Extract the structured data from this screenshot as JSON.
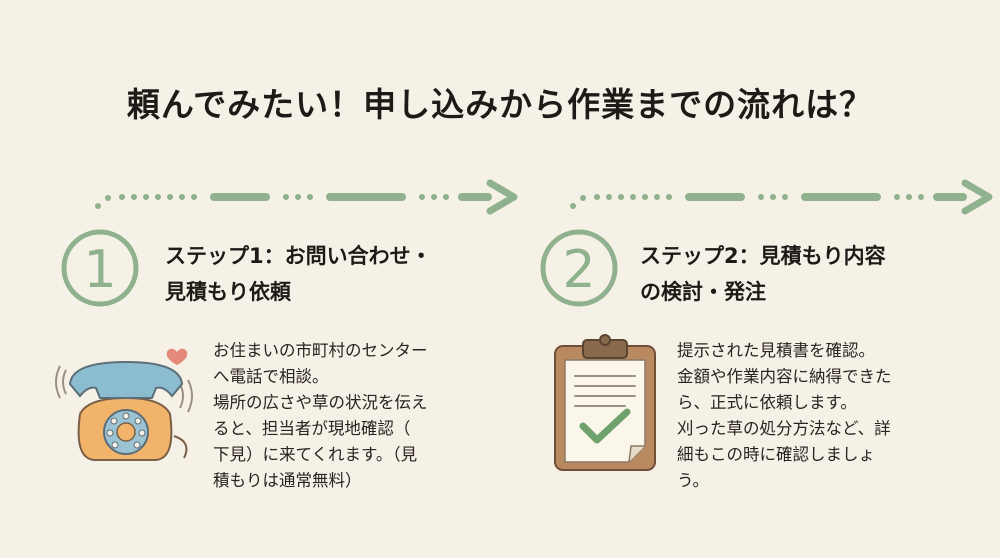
{
  "title": "頼んでみたい！申し込みから作業までの流れは？",
  "steps": [
    {
      "number": "1",
      "title_lines": [
        "ステップ1：お問い合わせ・",
        "見積もり依頼"
      ],
      "description_lines": [
        "お住まいの市町村のセンター",
        "へ電話で相談。",
        "場所の広さや草の状況を伝え",
        "ると、担当者が現地確認（",
        "下見）に来てくれます。（見",
        "積もりは通常無料）"
      ],
      "illustration": "telephone-icon"
    },
    {
      "number": "2",
      "title_lines": [
        "ステップ2：見積もり内容",
        "の検討・発注"
      ],
      "description_lines": [
        "提示された見積書を確認。",
        "金額や作業内容に納得できた",
        "ら、正式に依頼します。",
        "刈った草の処分方法など、詳",
        "細もこの時に確認しましょ",
        "う。"
      ],
      "illustration": "clipboard-check-icon"
    }
  ],
  "colors": {
    "background": "#f6f1e6",
    "accent_green": "#8fb18d",
    "text": "#1e1a17"
  }
}
